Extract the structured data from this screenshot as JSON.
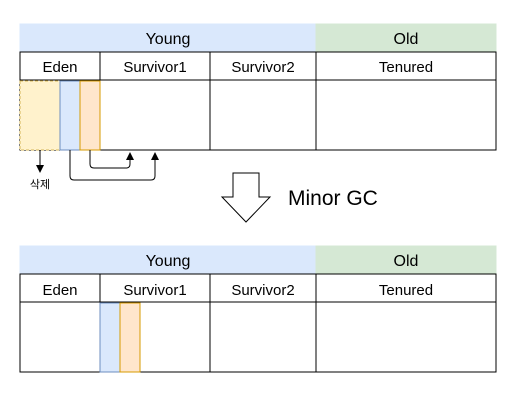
{
  "before": {
    "header": {
      "young": "Young",
      "old": "Old"
    },
    "columns": [
      "Eden",
      "Survivor1",
      "Survivor2",
      "Tenured"
    ]
  },
  "delete_label": "삭제",
  "transition_label": "Minor GC",
  "after": {
    "header": {
      "young": "Young",
      "old": "Old"
    },
    "columns": [
      "Eden",
      "Survivor1",
      "Survivor2",
      "Tenured"
    ]
  },
  "colors": {
    "young_fill": "#dae8fc",
    "old_fill": "#d5e8d4",
    "deleted_fill": "#fff2cc",
    "deleted_stroke": "#d6b656",
    "survivor_a_fill": "#dae8fc",
    "survivor_a_stroke": "#6c8ebf",
    "survivor_b_fill": "#ffe6cc",
    "survivor_b_stroke": "#d79b00",
    "grid_stroke": "#000000"
  }
}
